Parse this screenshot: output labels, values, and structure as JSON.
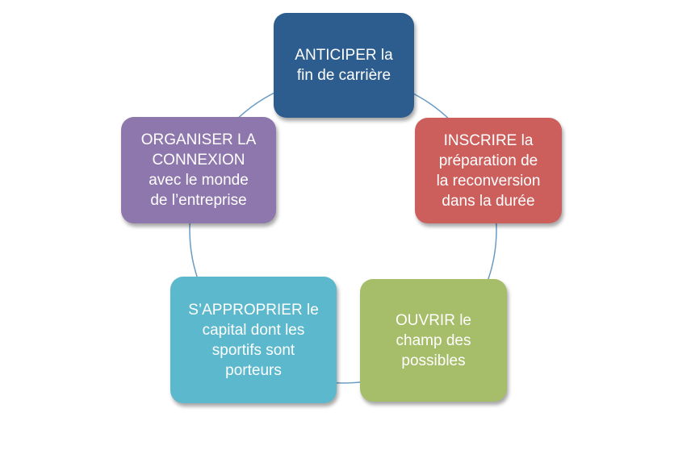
{
  "diagram": {
    "type": "cycle",
    "ring_color": "#6a9bc3",
    "nodes": [
      {
        "id": "anticiper",
        "label": "ANTICIPER la\nfin de carrière",
        "color": "#2d5d8e"
      },
      {
        "id": "inscrire",
        "label": "INSCRIRE la\npréparation de\nla reconversion\ndans la durée",
        "color": "#cc5f5c"
      },
      {
        "id": "ouvrir",
        "label": "OUVRIR le\nchamp des\npossibles",
        "color": "#a6bd6a"
      },
      {
        "id": "approprier",
        "label": "S’APPROPRIER le\ncapital dont les\nsportifs sont\nporteurs",
        "color": "#5cb8cc"
      },
      {
        "id": "organiser",
        "label": "ORGANISER LA\nCONNEXION\navec le monde\nde l’entreprise",
        "color": "#8e77ad"
      }
    ]
  }
}
